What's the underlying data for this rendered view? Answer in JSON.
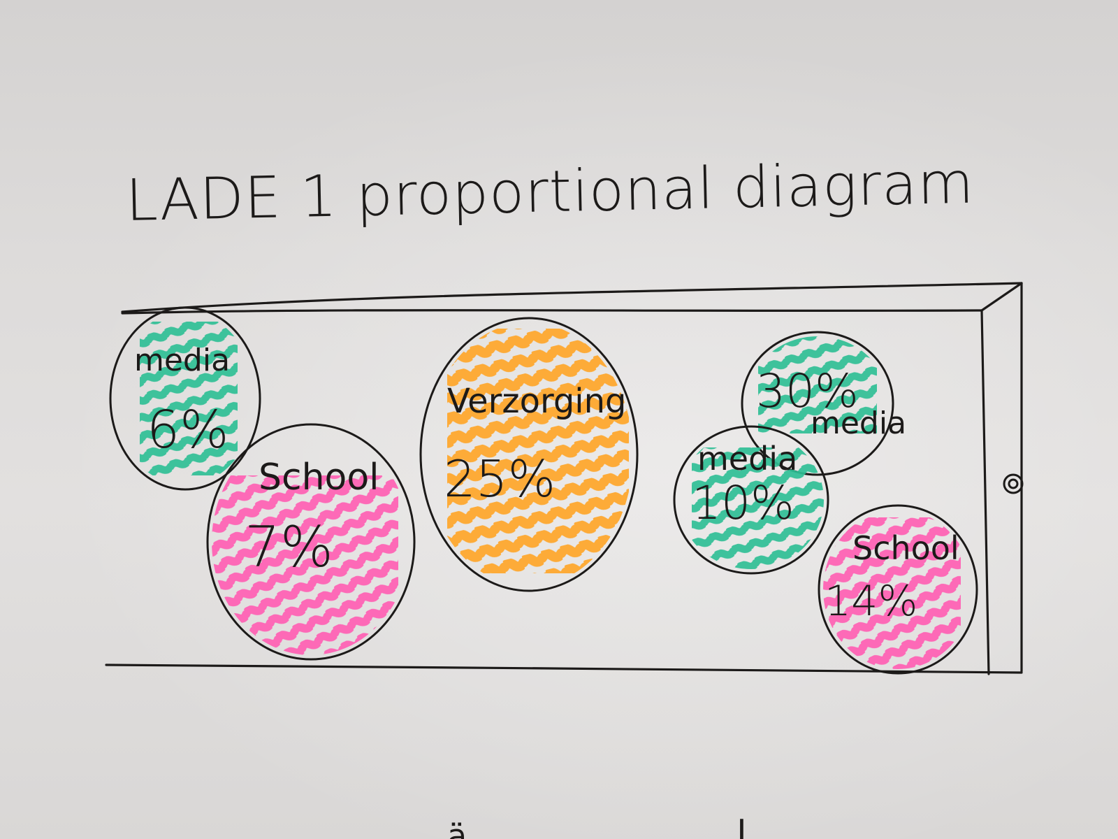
{
  "title": "LADE 1 proportional diagram",
  "palette": {
    "ink": "#1c1a19",
    "media": "#2fbf95",
    "school": "#ff5fb3",
    "verzorging": "#ffa629"
  },
  "bubbles": [
    {
      "id": "media-6",
      "category": "media",
      "label": "media",
      "value": "6%"
    },
    {
      "id": "school-7",
      "category": "school",
      "label": "School",
      "value": "7%"
    },
    {
      "id": "verzorging-25",
      "category": "verzorging",
      "label": "Verzorging",
      "value": "25%"
    },
    {
      "id": "media-30",
      "category": "media",
      "label": "media",
      "value": "30%"
    },
    {
      "id": "media-10",
      "category": "media",
      "label": "media",
      "value": "10%"
    },
    {
      "id": "school-14",
      "category": "school",
      "label": "School",
      "value": "14%"
    }
  ],
  "bottom_stroke": {
    "left": "ä",
    "right": "|"
  }
}
